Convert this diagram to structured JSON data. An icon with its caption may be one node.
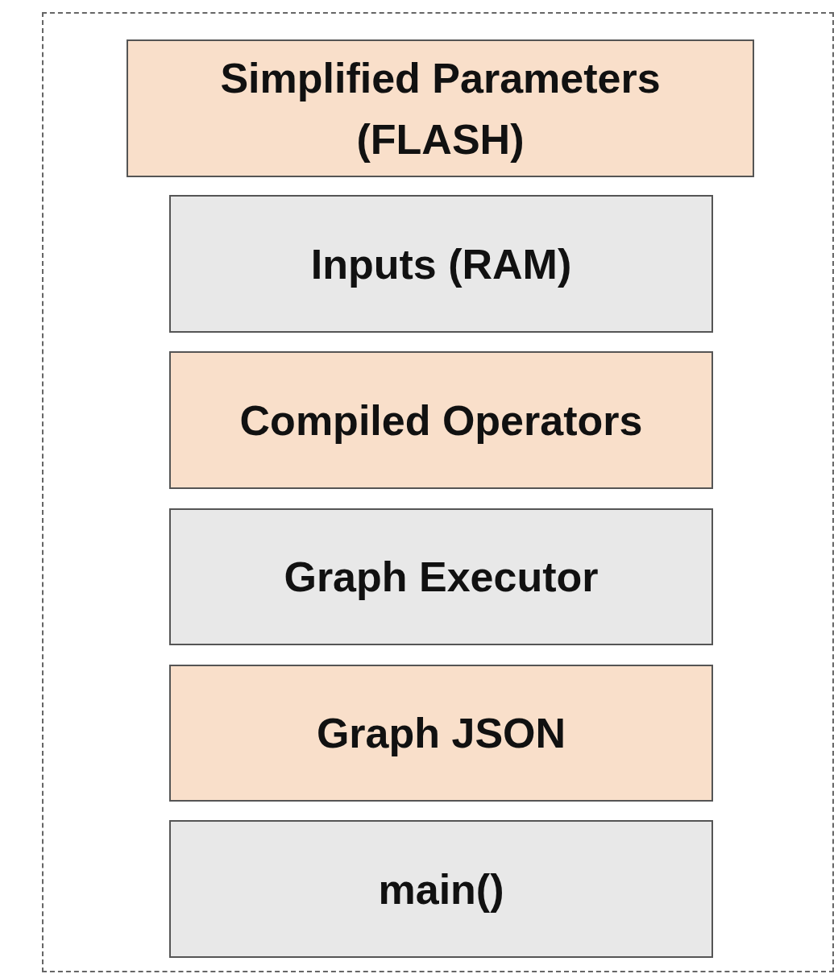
{
  "diagram": {
    "nodes": [
      {
        "text": [],
        "shape": "box"
      },
      {
        "text": [
          "Simplified Parameters (FLASH)"
        ],
        "in": 0
      },
      {
        "text": [
          "Inputs (RAM)"
        ],
        "in": 0
      },
      {
        "text": [
          "Compiled Operators"
        ],
        "in": 0
      },
      {
        "text": [
          "Graph Executor"
        ],
        "in": 0
      },
      {
        "text": [
          "Graph JSON"
        ],
        "in": 0
      },
      {
        "text": [
          "main()"
        ],
        "in": 0
      }
    ]
  }
}
